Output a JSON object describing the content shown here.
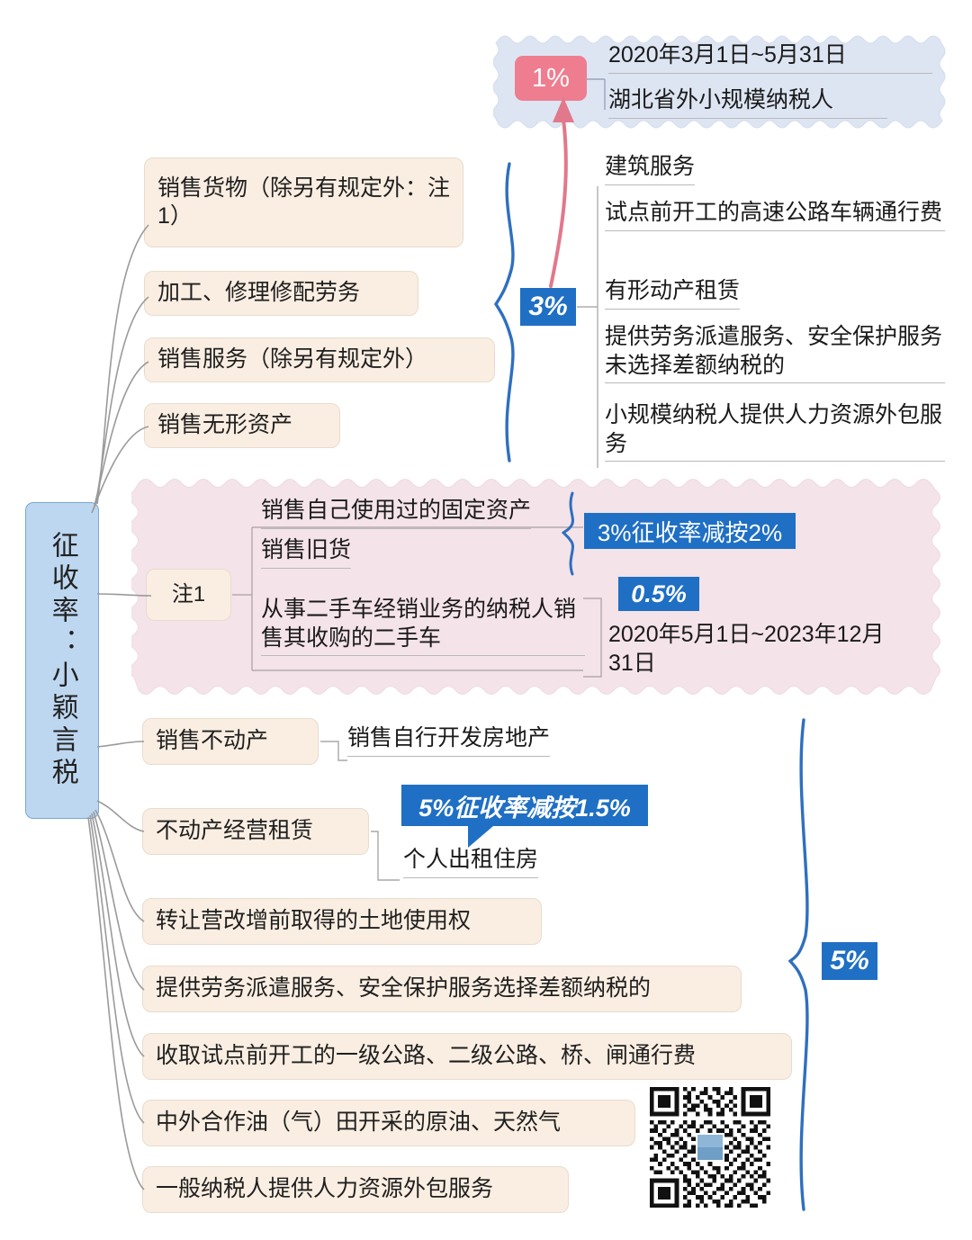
{
  "root": {
    "label": "征收率：小颖言税"
  },
  "rate_badges": {
    "one_pct": "1%",
    "three_pct": "3%",
    "five_pct": "5%",
    "half_pct": "0.5%",
    "three_reduced": "3%征收率减按2%",
    "five_reduced": "5%征收率减按1.5%"
  },
  "one_pct_panel": {
    "lines": [
      "2020年3月1日~5月31日",
      "湖北省外小规模纳税人"
    ]
  },
  "three_pct_sources": [
    "销售货物（除另有规定外：注1）",
    "加工、修理修配劳务",
    "销售服务（除另有规定外）",
    "销售无形资产"
  ],
  "three_pct_items": [
    "建筑服务",
    "试点前开工的高速公路车辆通行费",
    "有形动产租赁",
    "提供劳务派遣服务、安全保护服务未选择差额纳税的",
    "小规模纳税人提供人力资源外包服务"
  ],
  "note1": {
    "label": "注1",
    "reduced_items": [
      "销售自己使用过的固定资产",
      "销售旧货"
    ],
    "used_car_item": "从事二手车经销业务的纳税人销售其收购的二手车",
    "used_car_period": "2020年5月1日~2023年12月31日"
  },
  "five_pct_sources": [
    {
      "label": "销售不动产",
      "child": "销售自行开发房地产"
    },
    {
      "label": "不动产经营租赁",
      "child": "个人出租住房"
    },
    {
      "label": "转让营改增前取得的土地使用权",
      "child": ""
    },
    {
      "label": "提供劳务派遣服务、安全保护服务选择差额纳税的",
      "child": ""
    },
    {
      "label": "收取试点前开工的一级公路、二级公路、桥、闸通行费",
      "child": ""
    },
    {
      "label": "中外合作油（气）田开采的原油、天然气",
      "child": ""
    },
    {
      "label": "一般纳税人提供人力资源外包服务",
      "child": ""
    }
  ],
  "qr_code": {
    "alt": "qr-code"
  },
  "colors": {
    "accent_blue": "#1f6fc4",
    "badge_pink": "#ee7d90",
    "peach_fill": "#faeee2",
    "root_fill": "#bdd7f0",
    "panel_blue": "#dde5f3",
    "panel_pink": "#f4e3e9"
  }
}
